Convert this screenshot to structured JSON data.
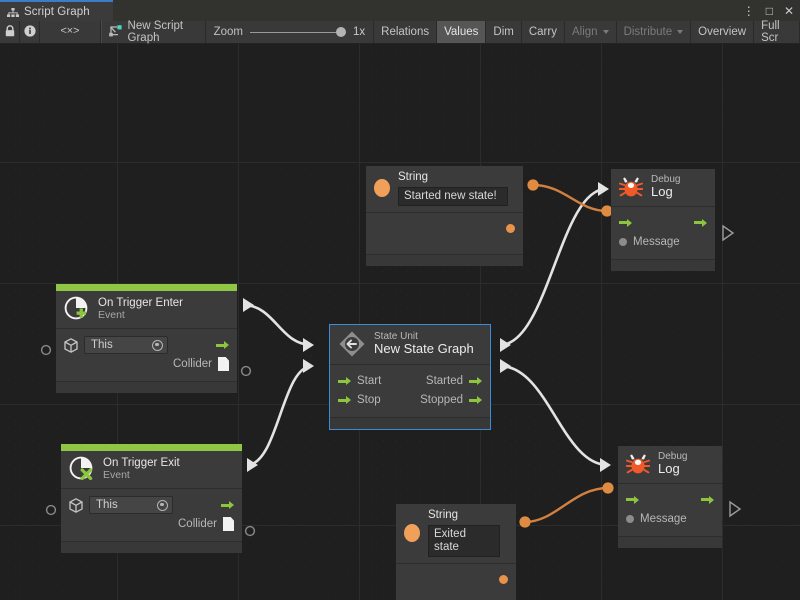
{
  "window": {
    "tab_label": "Script Graph",
    "tab_icon": "graph-icon",
    "controls": [
      {
        "name": "more-options",
        "glyph": "⋮"
      },
      {
        "name": "maximize",
        "glyph": "□"
      },
      {
        "name": "close",
        "glyph": "✕"
      }
    ]
  },
  "toolbar": {
    "lock_icon": "lock-icon",
    "info_icon": "info-icon",
    "code_label": "<×>",
    "graph_name": "New Script Graph",
    "graph_icon": "script-graph-icon",
    "zoom_label": "Zoom",
    "zoom_value": "1x",
    "buttons": [
      {
        "name": "relations",
        "label": "Relations",
        "state": "normal"
      },
      {
        "name": "values",
        "label": "Values",
        "state": "active"
      },
      {
        "name": "dim",
        "label": "Dim",
        "state": "normal"
      },
      {
        "name": "carry",
        "label": "Carry",
        "state": "normal"
      },
      {
        "name": "align",
        "label": "Align",
        "state": "disabled",
        "dropdown": true
      },
      {
        "name": "distribute",
        "label": "Distribute",
        "state": "disabled",
        "dropdown": true
      },
      {
        "name": "overview",
        "label": "Overview",
        "state": "normal"
      },
      {
        "name": "full-screen",
        "label": "Full Scr",
        "state": "normal"
      }
    ]
  },
  "colors": {
    "accent_event": "#8fc744",
    "accent_flow": "#8cc63f",
    "accent_value_string": "#e8924a",
    "selection": "#3d8bd4",
    "wire_flow": "#e0e0e0",
    "wire_value": "#d2803f",
    "canvas_bg": "#1f1f1f",
    "node_bg": "#3b3b3b"
  },
  "nodes": {
    "string_top": {
      "title": "String",
      "value": "Started new state!",
      "icon": "string-value-icon",
      "output_port": "value-output-port"
    },
    "debug_log_top": {
      "title": "Debug",
      "subtitle": "Log",
      "icon": "debug-bug-icon",
      "ports": {
        "flow_in": "flow-input-port",
        "flow_out": "flow-output-port",
        "message": "Message"
      }
    },
    "on_trigger_enter": {
      "title": "On Trigger Enter",
      "subtitle": "Event",
      "icon": "on-trigger-enter-icon",
      "target_value": "This",
      "output_label": "Collider"
    },
    "state_unit": {
      "title": "State Unit",
      "subtitle": "New  State  Graph",
      "icon": "state-unit-icon",
      "selected": true,
      "inputs": [
        "Start",
        "Stop"
      ],
      "outputs": [
        "Started",
        "Stopped"
      ]
    },
    "on_trigger_exit": {
      "title": "On Trigger Exit",
      "subtitle": "Event",
      "icon": "on-trigger-exit-icon",
      "target_value": "This",
      "output_label": "Collider"
    },
    "string_bottom": {
      "title": "String",
      "value": "Exited state",
      "icon": "string-value-icon",
      "output_port": "value-output-port"
    },
    "debug_log_bottom": {
      "title": "Debug",
      "subtitle": "Log",
      "icon": "debug-bug-icon",
      "ports": {
        "flow_in": "flow-input-port",
        "flow_out": "flow-output-port",
        "message": "Message"
      }
    }
  },
  "connections": [
    {
      "name": "enter-to-state-start",
      "type": "flow"
    },
    {
      "name": "exit-to-state-stop",
      "type": "flow"
    },
    {
      "name": "state-started-to-log-top",
      "type": "flow"
    },
    {
      "name": "state-stopped-to-log-bottom",
      "type": "flow"
    },
    {
      "name": "string-top-to-log-top-message",
      "type": "value"
    },
    {
      "name": "string-bottom-to-log-bottom-message",
      "type": "value"
    }
  ]
}
